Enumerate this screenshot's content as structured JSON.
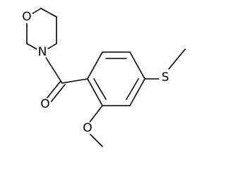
{
  "structure": {
    "atoms": {
      "morpholine_oxygen": "O",
      "morpholine_nitrogen": "N",
      "carbonyl_oxygen": "O",
      "methoxy_oxygen": "O",
      "thioether_sulfur": "S"
    },
    "bond_color": "#000000",
    "label_color": "#000000"
  }
}
